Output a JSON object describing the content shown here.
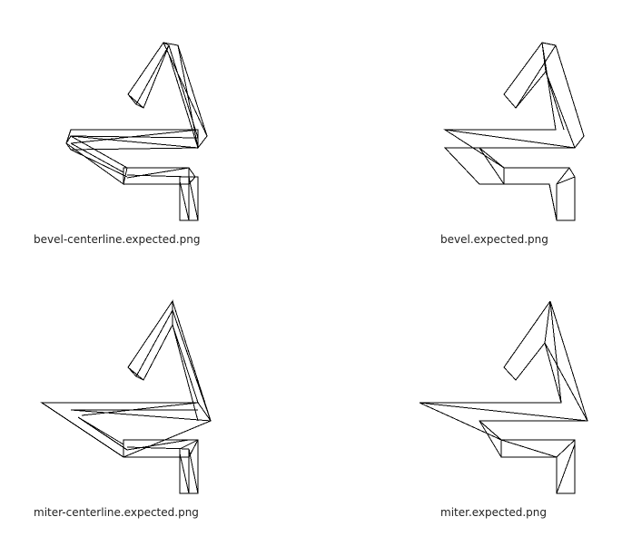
{
  "panels": [
    {
      "id": "bevel-centerline",
      "caption": "bevel-centerline.expected.png",
      "join": "bevel",
      "centerline": true
    },
    {
      "id": "bevel",
      "caption": "bevel.expected.png",
      "join": "bevel",
      "centerline": false
    },
    {
      "id": "miter-centerline",
      "caption": "miter-centerline.expected.png",
      "join": "miter",
      "centerline": true
    },
    {
      "id": "miter",
      "caption": "miter.expected.png",
      "join": "miter",
      "centerline": false
    }
  ],
  "colors": {
    "background": "#ffffff",
    "stroke": "#000000",
    "text": "#222222"
  }
}
